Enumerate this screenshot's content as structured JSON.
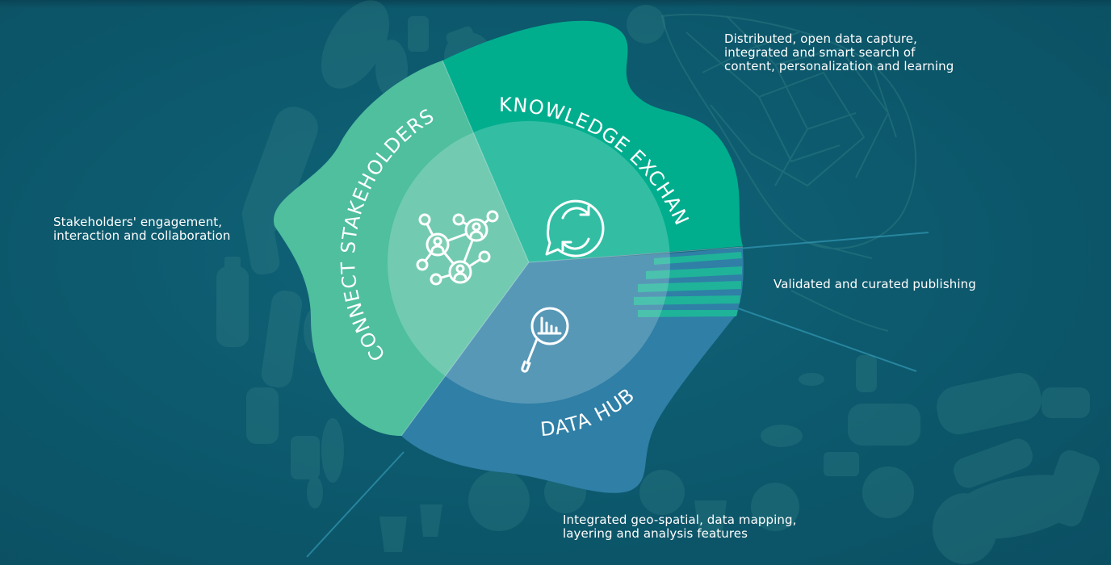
{
  "segments": {
    "knowledge": {
      "label": "KNOWLEDGE EXCHANGE",
      "color": "#00ae8e",
      "icon": "chat-sync-icon"
    },
    "stakeholders": {
      "label": "CONNECT STAKEHOLDERS",
      "color": "#4fbf9e",
      "icon": "network-people-icon"
    },
    "datahub": {
      "label": "DATA HUB",
      "color": "#2f7fa6",
      "icon": "magnifier-chart-icon"
    }
  },
  "descriptions": {
    "knowledge": "Distributed, open data capture, integrated and smart search of content, personalization and learning",
    "stakeholders": "Stakeholders' engagement, interaction and collaboration",
    "publishing": "Validated and curated publishing",
    "datahub": "Integrated geo-spatial, data mapping, layering and analysis features"
  },
  "colors": {
    "background": "#0c5468",
    "silhouettes": "#3a8a8c",
    "inner_circle": "#ffffff"
  }
}
